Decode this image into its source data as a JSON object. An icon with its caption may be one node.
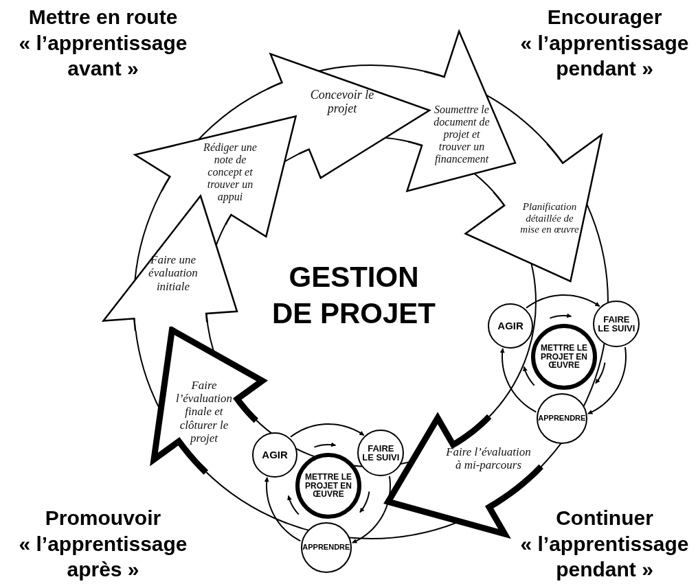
{
  "diagram": {
    "nodes": [
      {
        "text": [
          "Faire une évaluation initiale"
        ]
      },
      {
        "text": [
          "Rédiger une note de concept et trouver un appui"
        ]
      },
      {
        "text": [
          "Concevoir le projet"
        ]
      },
      {
        "text": [
          "Soumettre le document de projet et trouver un financement"
        ]
      },
      {
        "text": [
          "Planification détaillée de mise en œuvre"
        ]
      },
      {
        "text": [
          "Faire l’évaluation à mi-parcours"
        ]
      },
      {
        "text": [
          "Faire l’évaluation finale et clôturer le projet"
        ]
      },
      {
        "text": [
          "AGIR"
        ]
      },
      {
        "text": [
          "FAIRE LE SUIVI"
        ]
      },
      {
        "text": [
          "METTRE LE PROJET EN ŒUVRE"
        ]
      },
      {
        "text": [
          "APPRENDRE"
        ]
      },
      {
        "text": [
          "AGIR"
        ]
      },
      {
        "text": [
          "FAIRE LE SUIVI"
        ]
      },
      {
        "text": [
          "METTRE LE PROJET EN ŒUVRE"
        ]
      },
      {
        "text": [
          "APPRENDRE"
        ]
      }
    ],
    "edges": [
      {
        "from": 7,
        "to": 8,
        "arrow": "to"
      },
      {
        "from": 8,
        "to": 10,
        "arrow": "to"
      },
      {
        "from": 10,
        "to": 7,
        "arrow": "to"
      },
      {
        "from": 11,
        "to": 12,
        "arrow": "to"
      },
      {
        "from": 12,
        "to": 14,
        "arrow": "to"
      },
      {
        "from": 14,
        "to": 11,
        "arrow": "to"
      }
    ],
    "labels": [
      "Mettre en route « l’apprentissage avant »",
      "Encourager « l’apprentissage pendant »",
      "GESTION DE PROJET",
      "Promouvoir « l’apprentissage après »",
      "Continuer « l’apprentissage pendant »"
    ]
  }
}
